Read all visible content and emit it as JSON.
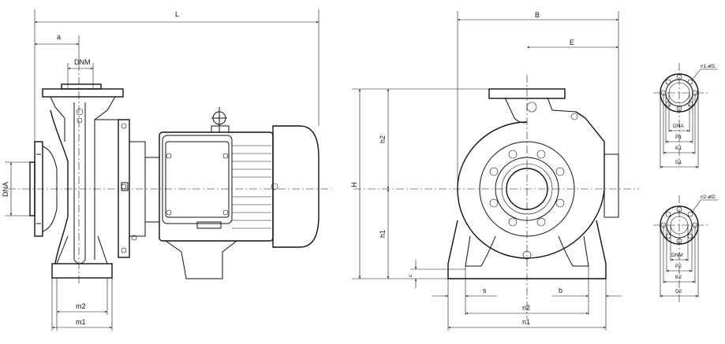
{
  "dimensions": {
    "L": "L",
    "a": "a",
    "DNM": "DNM",
    "DNA": "DNA",
    "m1": "m1",
    "m2": "m2",
    "B": "B",
    "E": "E",
    "H": "H",
    "h1": "h1",
    "h2": "h2",
    "c": "c",
    "s": "s",
    "b": "b",
    "n1": "n1",
    "n2": "n2"
  },
  "suction_flange": {
    "bolt_note": "n1-øf1",
    "DNA": "DNA",
    "P1": "P1",
    "K1": "K1",
    "D1": "D1"
  },
  "discharge_flange": {
    "bolt_note": "n2-øf2",
    "DNM": "DNM",
    "P2": "P2",
    "K2": "K2",
    "D2": "D2"
  }
}
